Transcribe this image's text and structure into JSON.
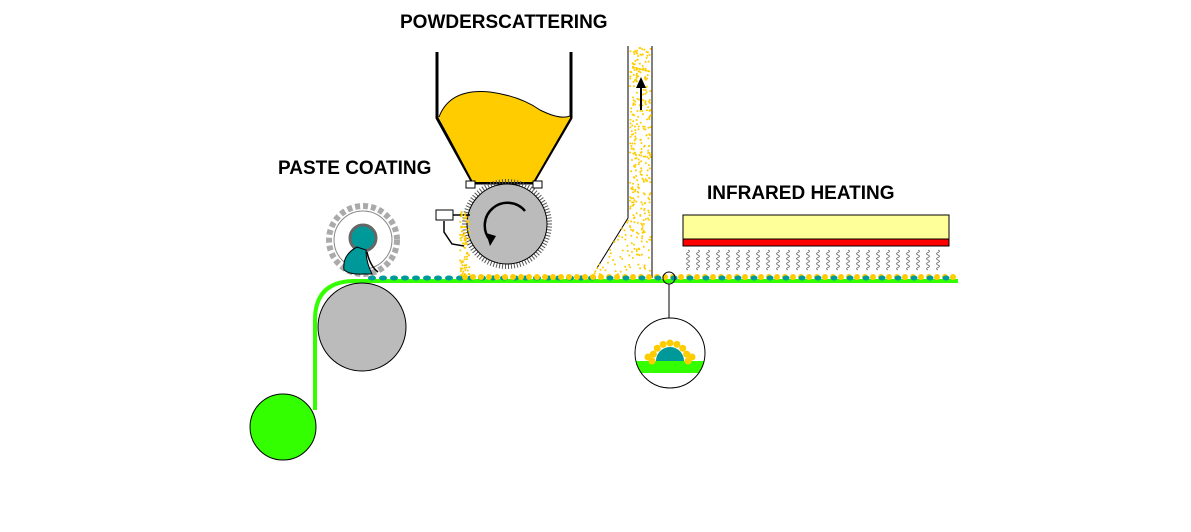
{
  "labels": {
    "powder_scattering": "POWDERSCATTERING",
    "paste_coating": "PASTE COATING",
    "infrared_heating": "INFRARED HEATING"
  },
  "colors": {
    "substrate_green": "#33ff00",
    "roller_gray": "#bbbbbb",
    "powder_yellow": "#ffcc00",
    "paste_teal": "#009999",
    "heater_light_yellow": "#ffff99",
    "heater_red": "#ff0000"
  },
  "icons": {
    "rotation_arrow": "curved-arrow-icon",
    "airflow_arrow": "up-arrow-icon"
  }
}
